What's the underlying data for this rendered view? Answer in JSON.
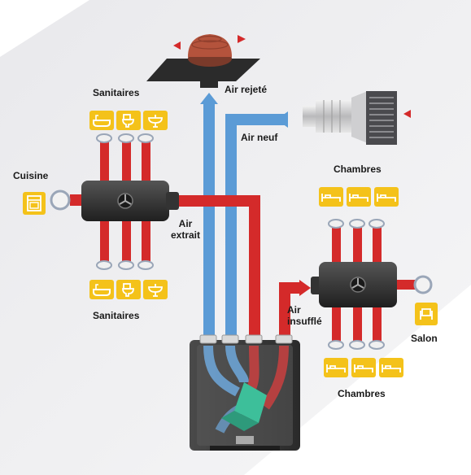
{
  "labels": {
    "air_rejete": "Air rejeté",
    "air_neuf": "Air neuf",
    "air_extrait_1": "Air",
    "air_extrait_2": "extrait",
    "air_insuffle_1": "Air",
    "air_insuffle_2": "insufflé",
    "sanitaires_top": "Sanitaires",
    "sanitaires_bottom": "Sanitaires",
    "cuisine": "Cuisine",
    "chambres_top": "Chambres",
    "chambres_bottom": "Chambres",
    "salon": "Salon"
  },
  "icons": {
    "sanitaires_top": [
      "bathtub-icon",
      "toilet-icon",
      "washbasin-icon"
    ],
    "sanitaires_bottom": [
      "bathtub-icon",
      "toilet-icon",
      "washbasin-icon"
    ],
    "cuisine": "oven-icon",
    "chambres_top": [
      "bed-icon",
      "bed-icon",
      "bed-icon"
    ],
    "chambres_bottom": [
      "bed-icon",
      "bed-icon",
      "bed-icon"
    ],
    "salon": "armchair-icon"
  },
  "colors": {
    "extract_duct": "#d42a2a",
    "fresh_duct": "#5b9bd6",
    "icon_bg": "#f4c21a",
    "box": "#333333",
    "exchanger": "#3dbf9a"
  }
}
